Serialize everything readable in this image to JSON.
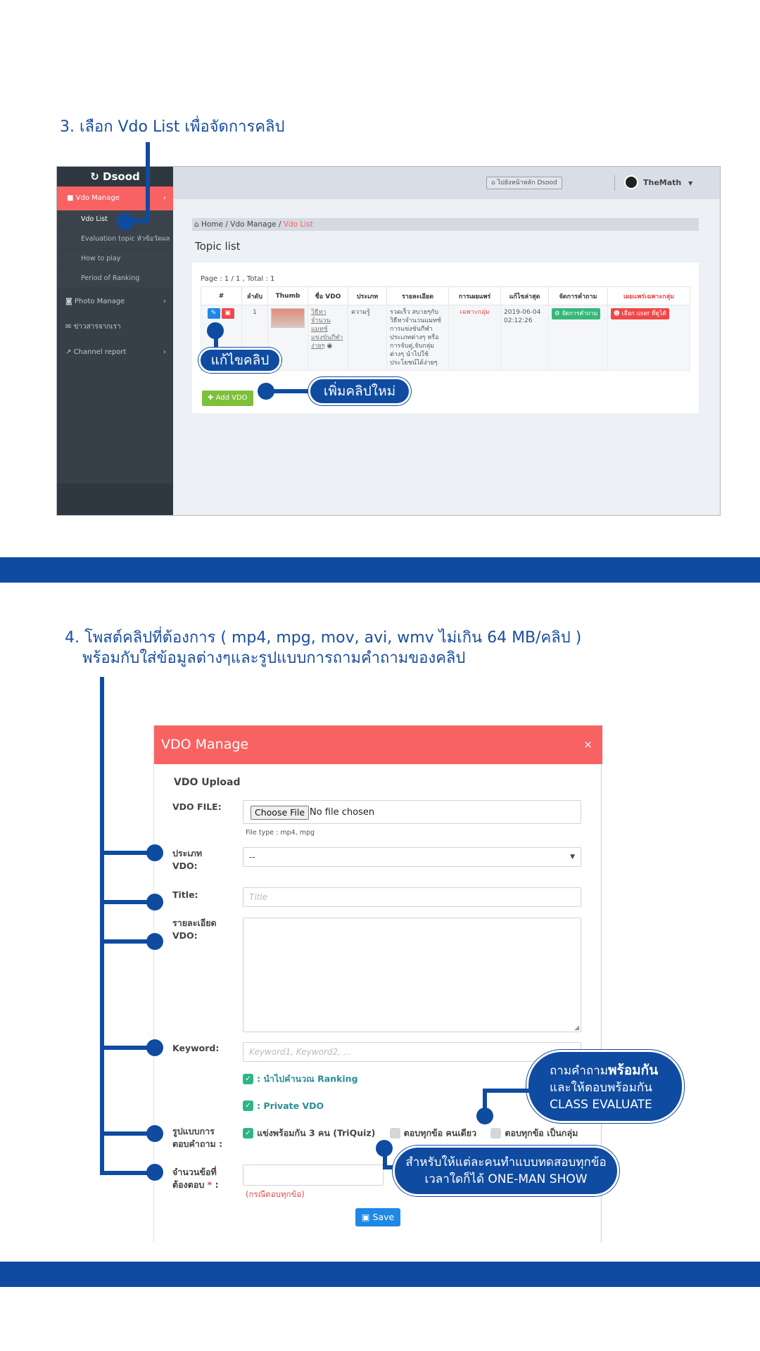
{
  "step3": {
    "title": "3. เลือก Vdo List เพื่อจัดการคลิป",
    "app": {
      "logo": "Dsood",
      "sidebar": {
        "active": "Vdo Manage",
        "subitems": [
          "Vdo List",
          "Evaluation topic หัวข้อวัดผล",
          "How to play",
          "Period of Ranking"
        ],
        "items": [
          "Photo Manage",
          "ข่าวสารจากเรา",
          "Channel report"
        ]
      },
      "topbar": {
        "home_button": "ไปยังหน้าหลัก Dsood",
        "user": "TheMath"
      },
      "breadcrumb": {
        "home": "Home",
        "section": "Vdo Manage",
        "current": "Vdo List",
        "sep": "/"
      },
      "heading": "Topic list",
      "page_info": "Page : 1 / 1 , Total : 1",
      "table": {
        "headers": [
          "#",
          "ลำดับ",
          "Thumb",
          "ชื่อ VDO",
          "ประเภท",
          "รายละเอียด",
          "การเผยแพร่",
          "แก้ไขล่าสุด",
          "จัดการคำถาม",
          "เผยแพร่เฉพาะกลุ่ม"
        ],
        "row": {
          "order": "1",
          "name": "วิธีหาจำนวนแมทช์แข่งขันกีฬาง่ายๆ",
          "type": "ความรู้",
          "detail": "รวดเร็ว สบายๆกับวิธีหาจำนวนแมทช์การแข่งขันกีฬาประเภทต่างๆ หรือการจับคู่,จับกลุ่มต่างๆ นำไปใช้ประโยชน์ได้ง่ายๆ",
          "publish": "เฉพาะกลุ่ม",
          "updated": "2019-06-04 02:12:26",
          "manage_btn": "จัดการคำถาม",
          "group_btn": "เลือก user ที่ดูได้"
        }
      },
      "add_button": "Add VDO"
    },
    "callouts": {
      "edit": "แก้ไขคลิป",
      "add": "เพิ่มคลิปใหม่"
    }
  },
  "step4": {
    "title_line1": "4. โพสต์คลิปที่ต้องการ ( mp4, mpg, mov, avi, wmv ไม่เกิน 64 MB/คลิป )",
    "title_line2": "พร้อมกับใส่ข้อมูลต่างๆและรูปแบบการถามคำถามของคลิป",
    "modal": {
      "title": "VDO Manage",
      "close": "×",
      "section": "VDO Upload",
      "file_label": "VDO FILE:",
      "choose_file": "Choose File",
      "no_file": "No file chosen",
      "file_hint": "File type : mp4, mpg",
      "type_label_1": "ประเภท",
      "type_label_2": "VDO:",
      "type_value": "--",
      "title_label": "Title:",
      "title_placeholder": "Title",
      "detail_label_1": "รายละเอียด",
      "detail_label_2": "VDO:",
      "keyword_label": "Keyword:",
      "keyword_placeholder": "Keyword1, Keyword2, ...",
      "ranking_check": ": นำไปคำนวณ Ranking",
      "private_check": ": Private VDO",
      "mode_label_1": "รูปแบบการ",
      "mode_label_2": "ตอบคำถาม :",
      "mode_opt1": "แข่งพร้อมกัน 3 คน (TriQuiz)",
      "mode_opt2": "ตอบทุกข้อ คนเดียว",
      "mode_opt3": "ตอบทุกข้อ เป็นกลุ่ม",
      "count_label_1": "จำนวนข้อที่",
      "count_label_2": "ต้องตอบ",
      "required_mark": "*",
      "count_colon": ":",
      "count_hint": "(กรณีตอบทุกข้อ)",
      "save": "Save"
    },
    "callout_class": {
      "l1a": "ถามคำถาม",
      "l1b": "พร้อมกัน",
      "l2a": "และให้ตอบ",
      "l2b": "พร้อมกัน",
      "l3": "CLASS EVALUATE"
    },
    "callout_oneman": {
      "l1": "สำหรับให้แต่ละคนทำแบบทดสอบทุกข้อ",
      "l2": "เวลาใดก็ได้ ONE-MAN SHOW"
    }
  },
  "colors": {
    "accent_red": "#f96262",
    "annotation_blue": "#0f4ba0",
    "sidebar": "#374049",
    "check_green": "#2fb48a"
  }
}
